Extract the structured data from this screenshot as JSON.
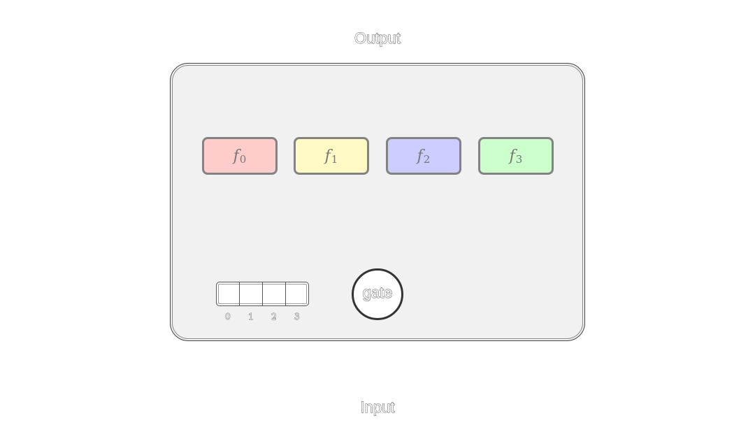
{
  "diagram": {
    "output_label": "Output",
    "input_label": "Input",
    "experts": [
      {
        "name": "f",
        "index": "0",
        "color": "#ffcccc"
      },
      {
        "name": "f",
        "index": "1",
        "color": "#fff9c4"
      },
      {
        "name": "f",
        "index": "2",
        "color": "#ccccff"
      },
      {
        "name": "f",
        "index": "3",
        "color": "#ccffcc"
      }
    ],
    "gate_label": "gate",
    "slot_indices": [
      "0",
      "1",
      "2",
      "3"
    ],
    "container_color": "#f1f1f1",
    "border_color": "#838383"
  }
}
